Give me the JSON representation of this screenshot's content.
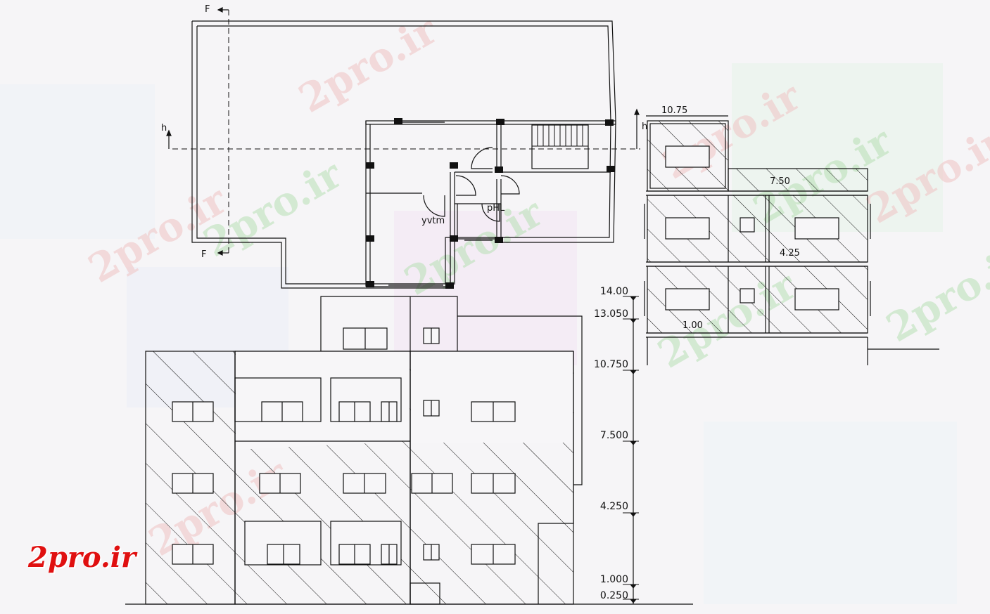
{
  "watermark": {
    "text": "2pro.ir"
  },
  "logo": {
    "text": "2pro.ir",
    "color": "#e01010"
  },
  "plan": {
    "section_marks": {
      "f_top": "F",
      "f_bottom": "F",
      "h_left": "h",
      "h_right": "h"
    },
    "room_labels": {
      "left_room": "yvtm",
      "right_room": "pHL"
    }
  },
  "section": {
    "labels": {
      "top_dim": "10.75",
      "mid_dim": "7.50",
      "lower_dim": "4.25",
      "bottom_dim": "1.00"
    }
  },
  "elevation": {
    "levels": [
      "14.00",
      "13.050",
      "10.750",
      "7.500",
      "4.250",
      "1.000",
      "0.250"
    ]
  },
  "colors": {
    "line": "#111111",
    "watermark_green": "#8fd08a",
    "watermark_red": "#e8a0a0"
  }
}
